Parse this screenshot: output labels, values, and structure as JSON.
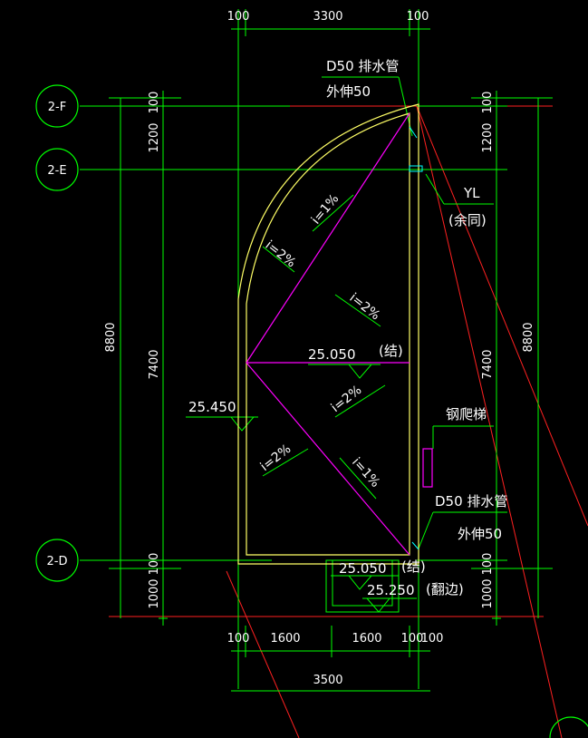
{
  "dimensions": {
    "top": [
      "100",
      "3300",
      "100"
    ],
    "bottom_segments": [
      "100",
      "1600",
      "1600",
      "100",
      "100"
    ],
    "bottom_total": "3500",
    "left_outer": "8800",
    "left_inner": [
      "100",
      "1200",
      "7400",
      "100",
      "1000"
    ],
    "right_outer": "8800",
    "right_inner": [
      "100",
      "1200",
      "7400",
      "100",
      "1000"
    ]
  },
  "axes": [
    "2-F",
    "2-E",
    "2-D"
  ],
  "annotations": {
    "drain_top_line1": "D50 排水管",
    "drain_top_line2": "外伸50",
    "yl_line1": "YL",
    "yl_line2": "(余同)",
    "ladder": "钢爬梯",
    "drain_bottom_line1": "D50 排水管",
    "drain_bottom_line2": "外伸50",
    "bottom_struct": "(结)",
    "bottom_flange": "(翻边)"
  },
  "elevations": {
    "center": "25.050",
    "center_note": "(结)",
    "left": "25.450",
    "bottom1": "25.050",
    "bottom2": "25.250"
  },
  "slopes": [
    "i=1%",
    "i=2%",
    "i=2%",
    "i=2%",
    "i=2%",
    "i=1%"
  ],
  "colors": {
    "grid_green": "#00ff00",
    "outline_yellow": "#ffff66",
    "ridge_magenta": "#ff00ff",
    "axis_red": "#ff2020",
    "text_white": "#ffffff"
  }
}
